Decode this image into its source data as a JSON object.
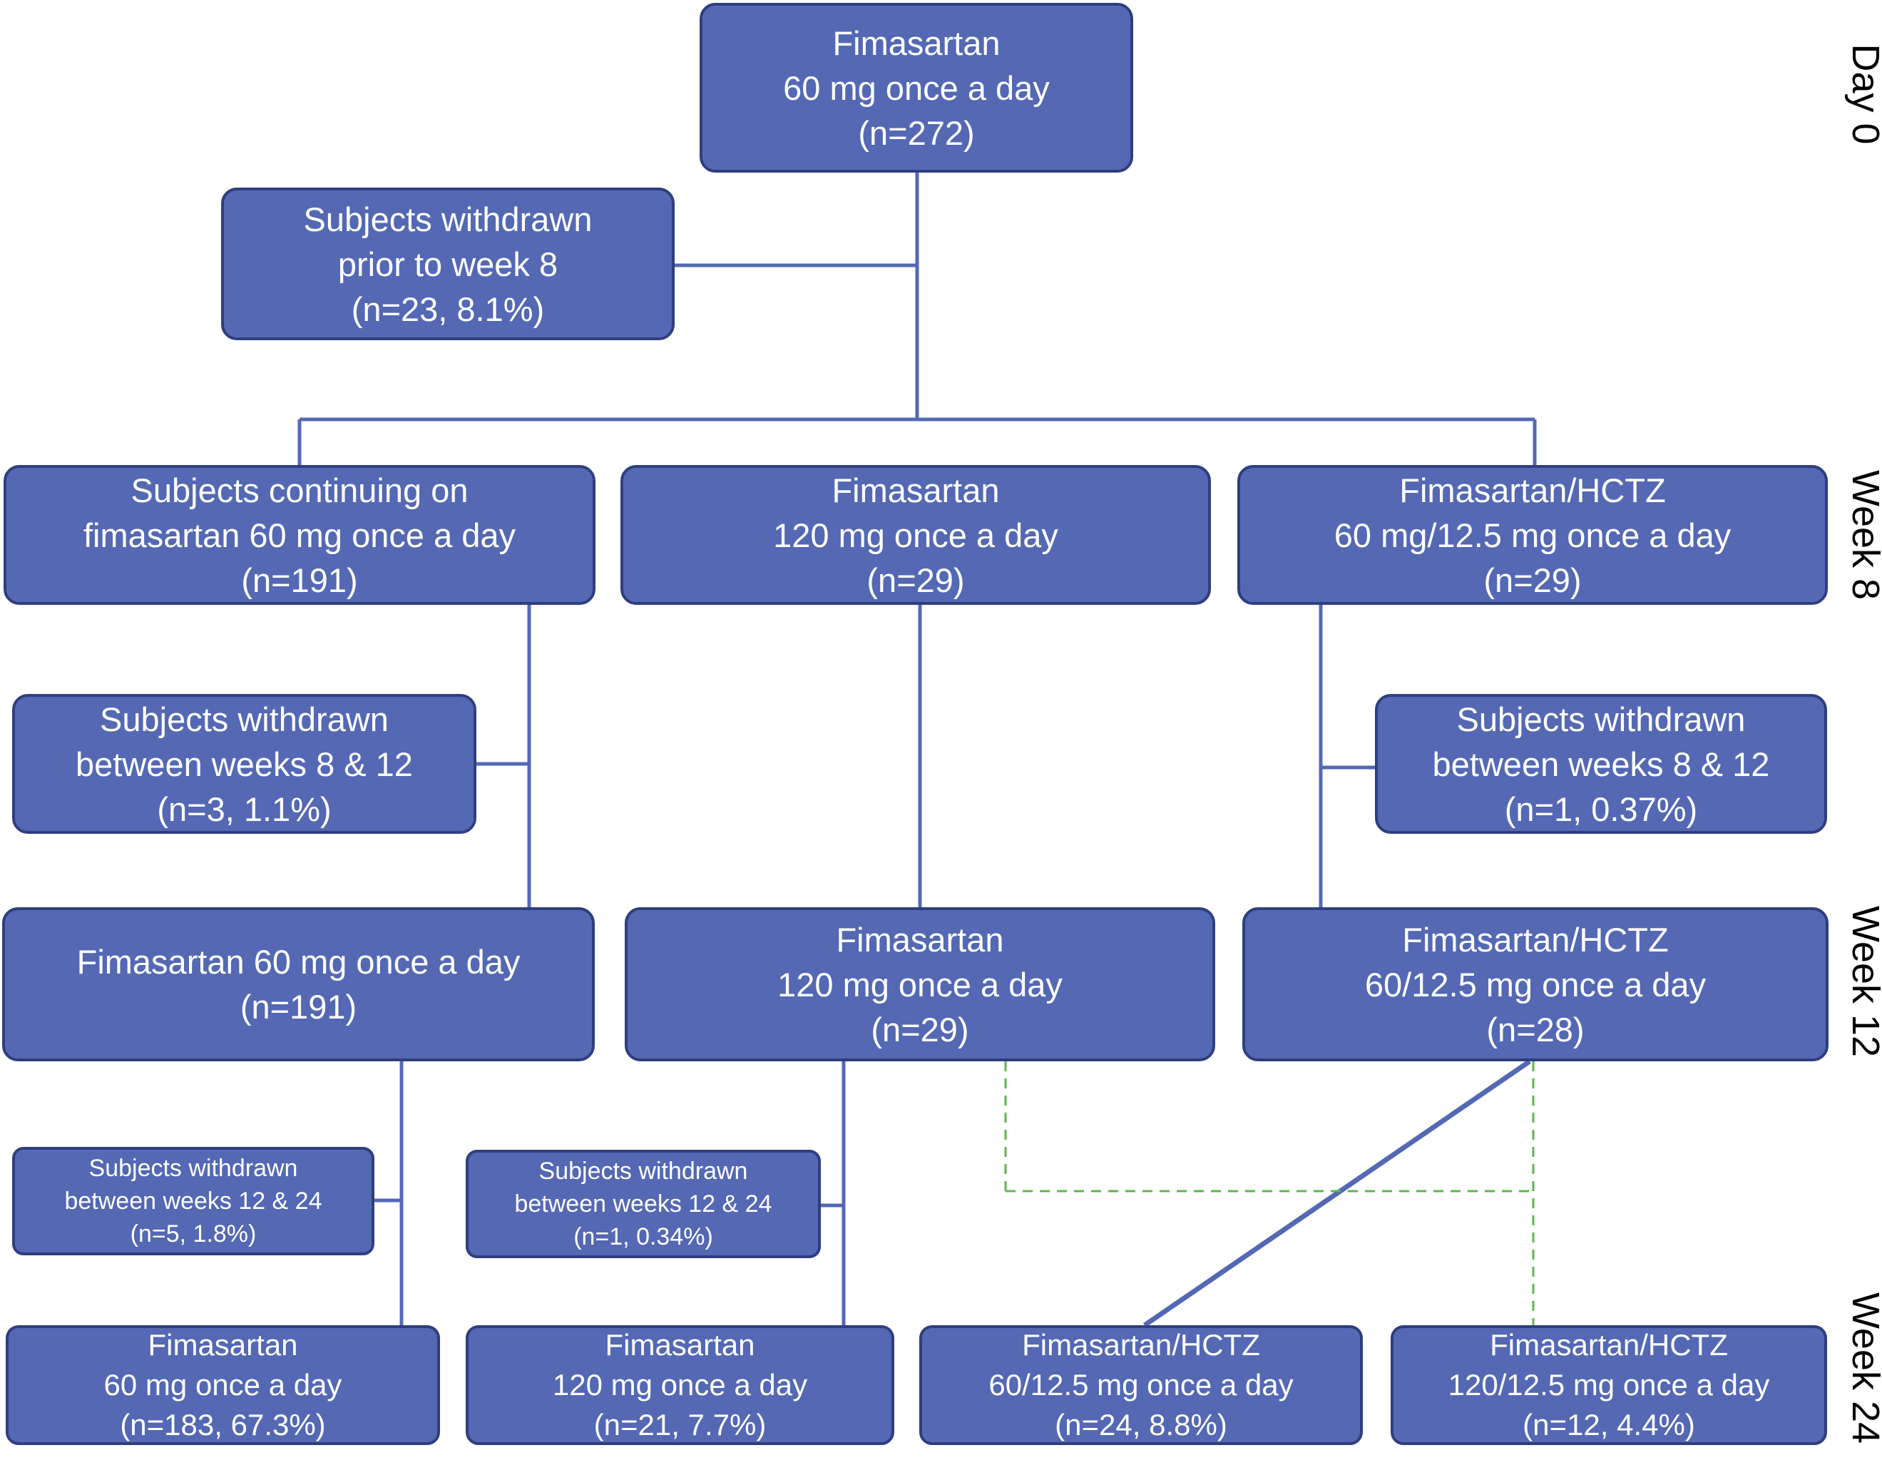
{
  "timeline": [
    "Day 0",
    "Week 8",
    "Week 12",
    "Week 24"
  ],
  "nodes": {
    "start": [
      "Fimasartan",
      "60 mg once a day",
      "(n=272)"
    ],
    "w0_withdrawn": [
      "Subjects withdrawn",
      "prior to week 8",
      "(n=23, 8.1%)"
    ],
    "w8_continue": [
      "Subjects continuing on",
      "fimasartan 60 mg once a day",
      "(n=191)"
    ],
    "w8_fim120": [
      "Fimasartan",
      "120 mg once a day",
      "(n=29)"
    ],
    "w8_hctz": [
      "Fimasartan/HCTZ",
      "60 mg/12.5 mg once a day",
      "(n=29)"
    ],
    "w8_withdrawn_left": [
      "Subjects withdrawn",
      "between weeks 8 & 12",
      "(n=3, 1.1%)"
    ],
    "w8_withdrawn_right": [
      "Subjects withdrawn",
      "between weeks 8 & 12",
      "(n=1, 0.37%)"
    ],
    "w12_fim60": [
      "Fimasartan 60 mg once a day",
      "(n=191)"
    ],
    "w12_fim120": [
      "Fimasartan",
      "120 mg once a day",
      "(n=29)"
    ],
    "w12_hctz": [
      "Fimasartan/HCTZ",
      "60/12.5 mg once a day",
      "(n=28)"
    ],
    "w12_withdrawn_left": [
      "Subjects withdrawn",
      "between weeks 12 & 24",
      "(n=5, 1.8%)"
    ],
    "w12_withdrawn_mid": [
      "Subjects withdrawn",
      "between weeks 12 & 24",
      "(n=1, 0.34%)"
    ],
    "w24_fim60": [
      "Fimasartan",
      "60 mg once a day",
      "(n=183, 67.3%)"
    ],
    "w24_fim120": [
      "Fimasartan",
      "120 mg once a day",
      "(n=21, 7.7%)"
    ],
    "w24_hctz60": [
      "Fimasartan/HCTZ",
      "60/12.5 mg once a day",
      "(n=24, 8.8%)"
    ],
    "w24_hctz120": [
      "Fimasartan/HCTZ",
      "120/12.5 mg once a day",
      "(n=12, 4.4%)"
    ]
  },
  "colors": {
    "box_fill": "#5468b4",
    "box_border": "#2f3e7e",
    "line": "#5468b4",
    "dashed_line": "#5bb84a",
    "text": "#ffffff"
  }
}
